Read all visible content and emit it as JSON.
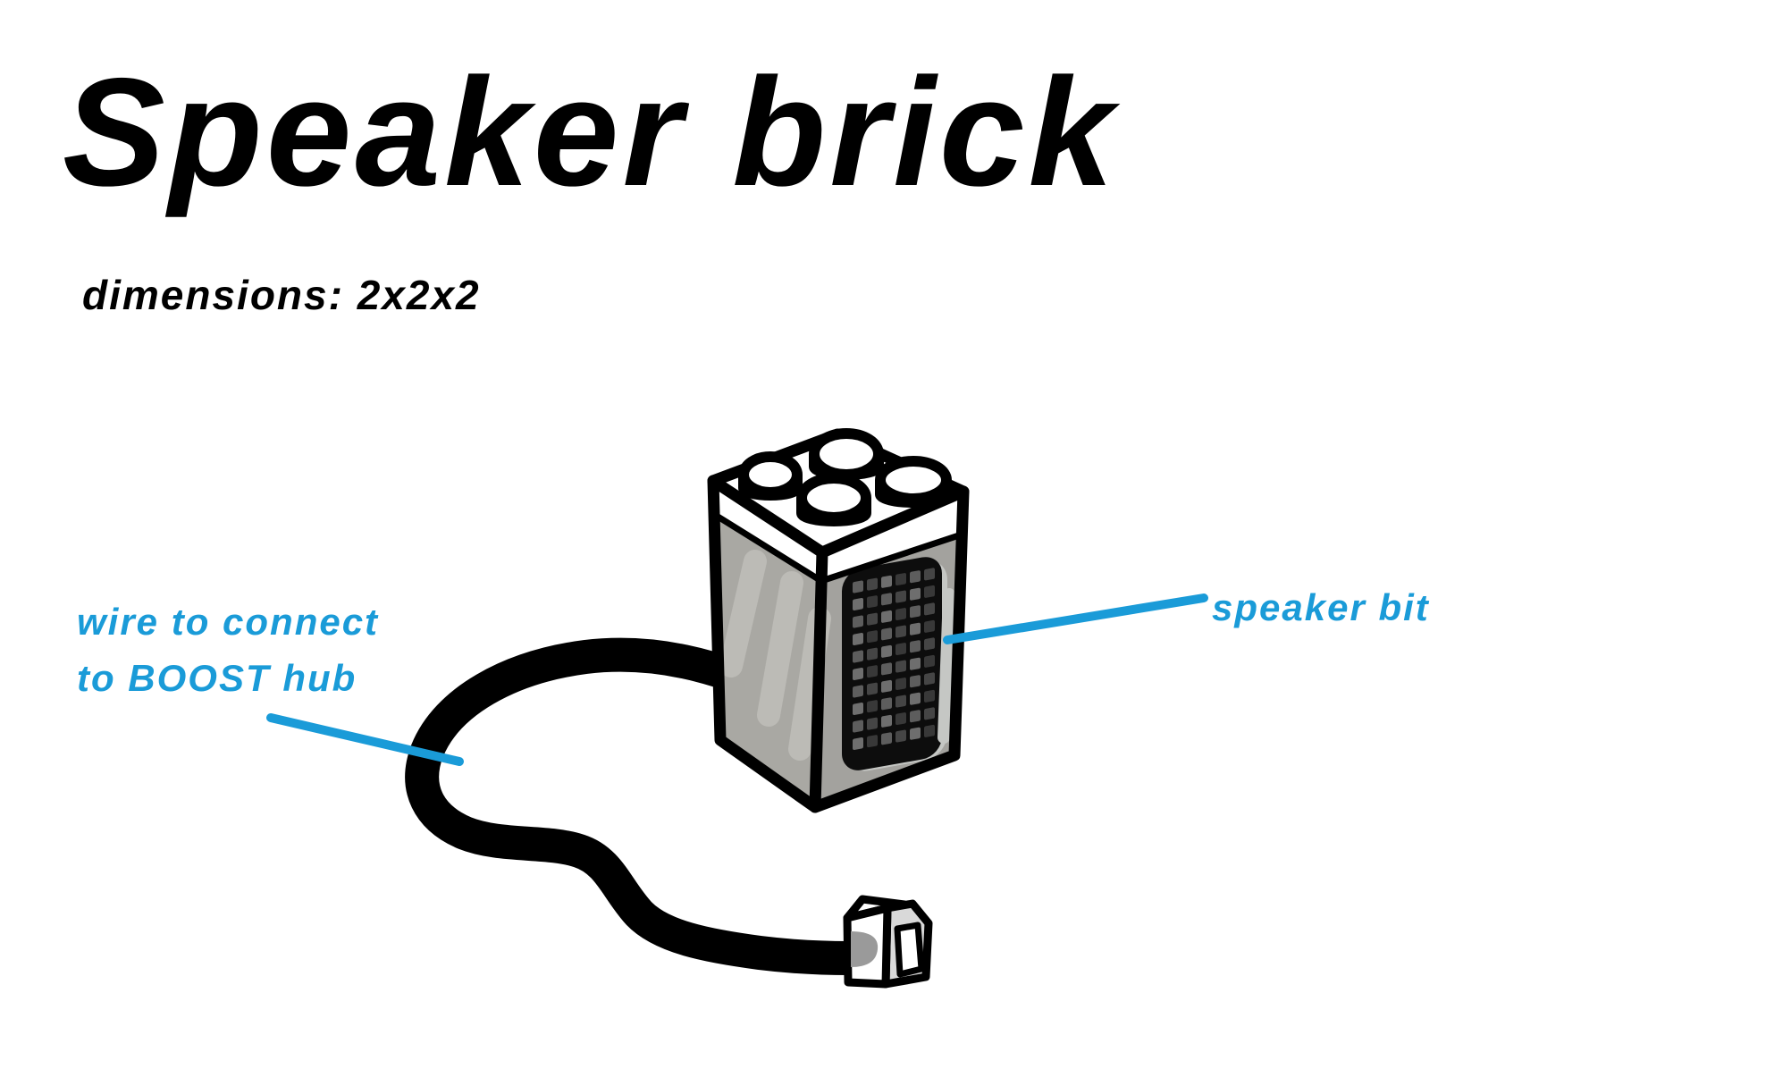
{
  "title": "Speaker brick",
  "subtitle": "dimensions: 2x2x2",
  "annotations": {
    "wire_label_line1": "wire to connect",
    "wire_label_line2": "to BOOST hub",
    "speaker_label": "speaker bit"
  },
  "figure": {
    "description": "hand-drawn 2x2 LEGO speaker brick with attached wire and connector plug",
    "stud_count": 4,
    "grille_rows": 10,
    "grille_cols": 6
  },
  "colors": {
    "paper": "#ffffff",
    "ink": "#000000",
    "accent": "#1a9bd8",
    "brick_side": "#a9a8a3",
    "brick_front": "#a3a29e",
    "streak": "#bcbbb6",
    "grille_frame": "#0d0d0d",
    "grille_highlight": "#c5c7c4",
    "grille_cells": [
      "#5d5d5d",
      "#454545",
      "#6e6e6e",
      "#383838"
    ],
    "wire_end": "#9a9a9a",
    "conn_shadow": "#d9d9d9"
  }
}
